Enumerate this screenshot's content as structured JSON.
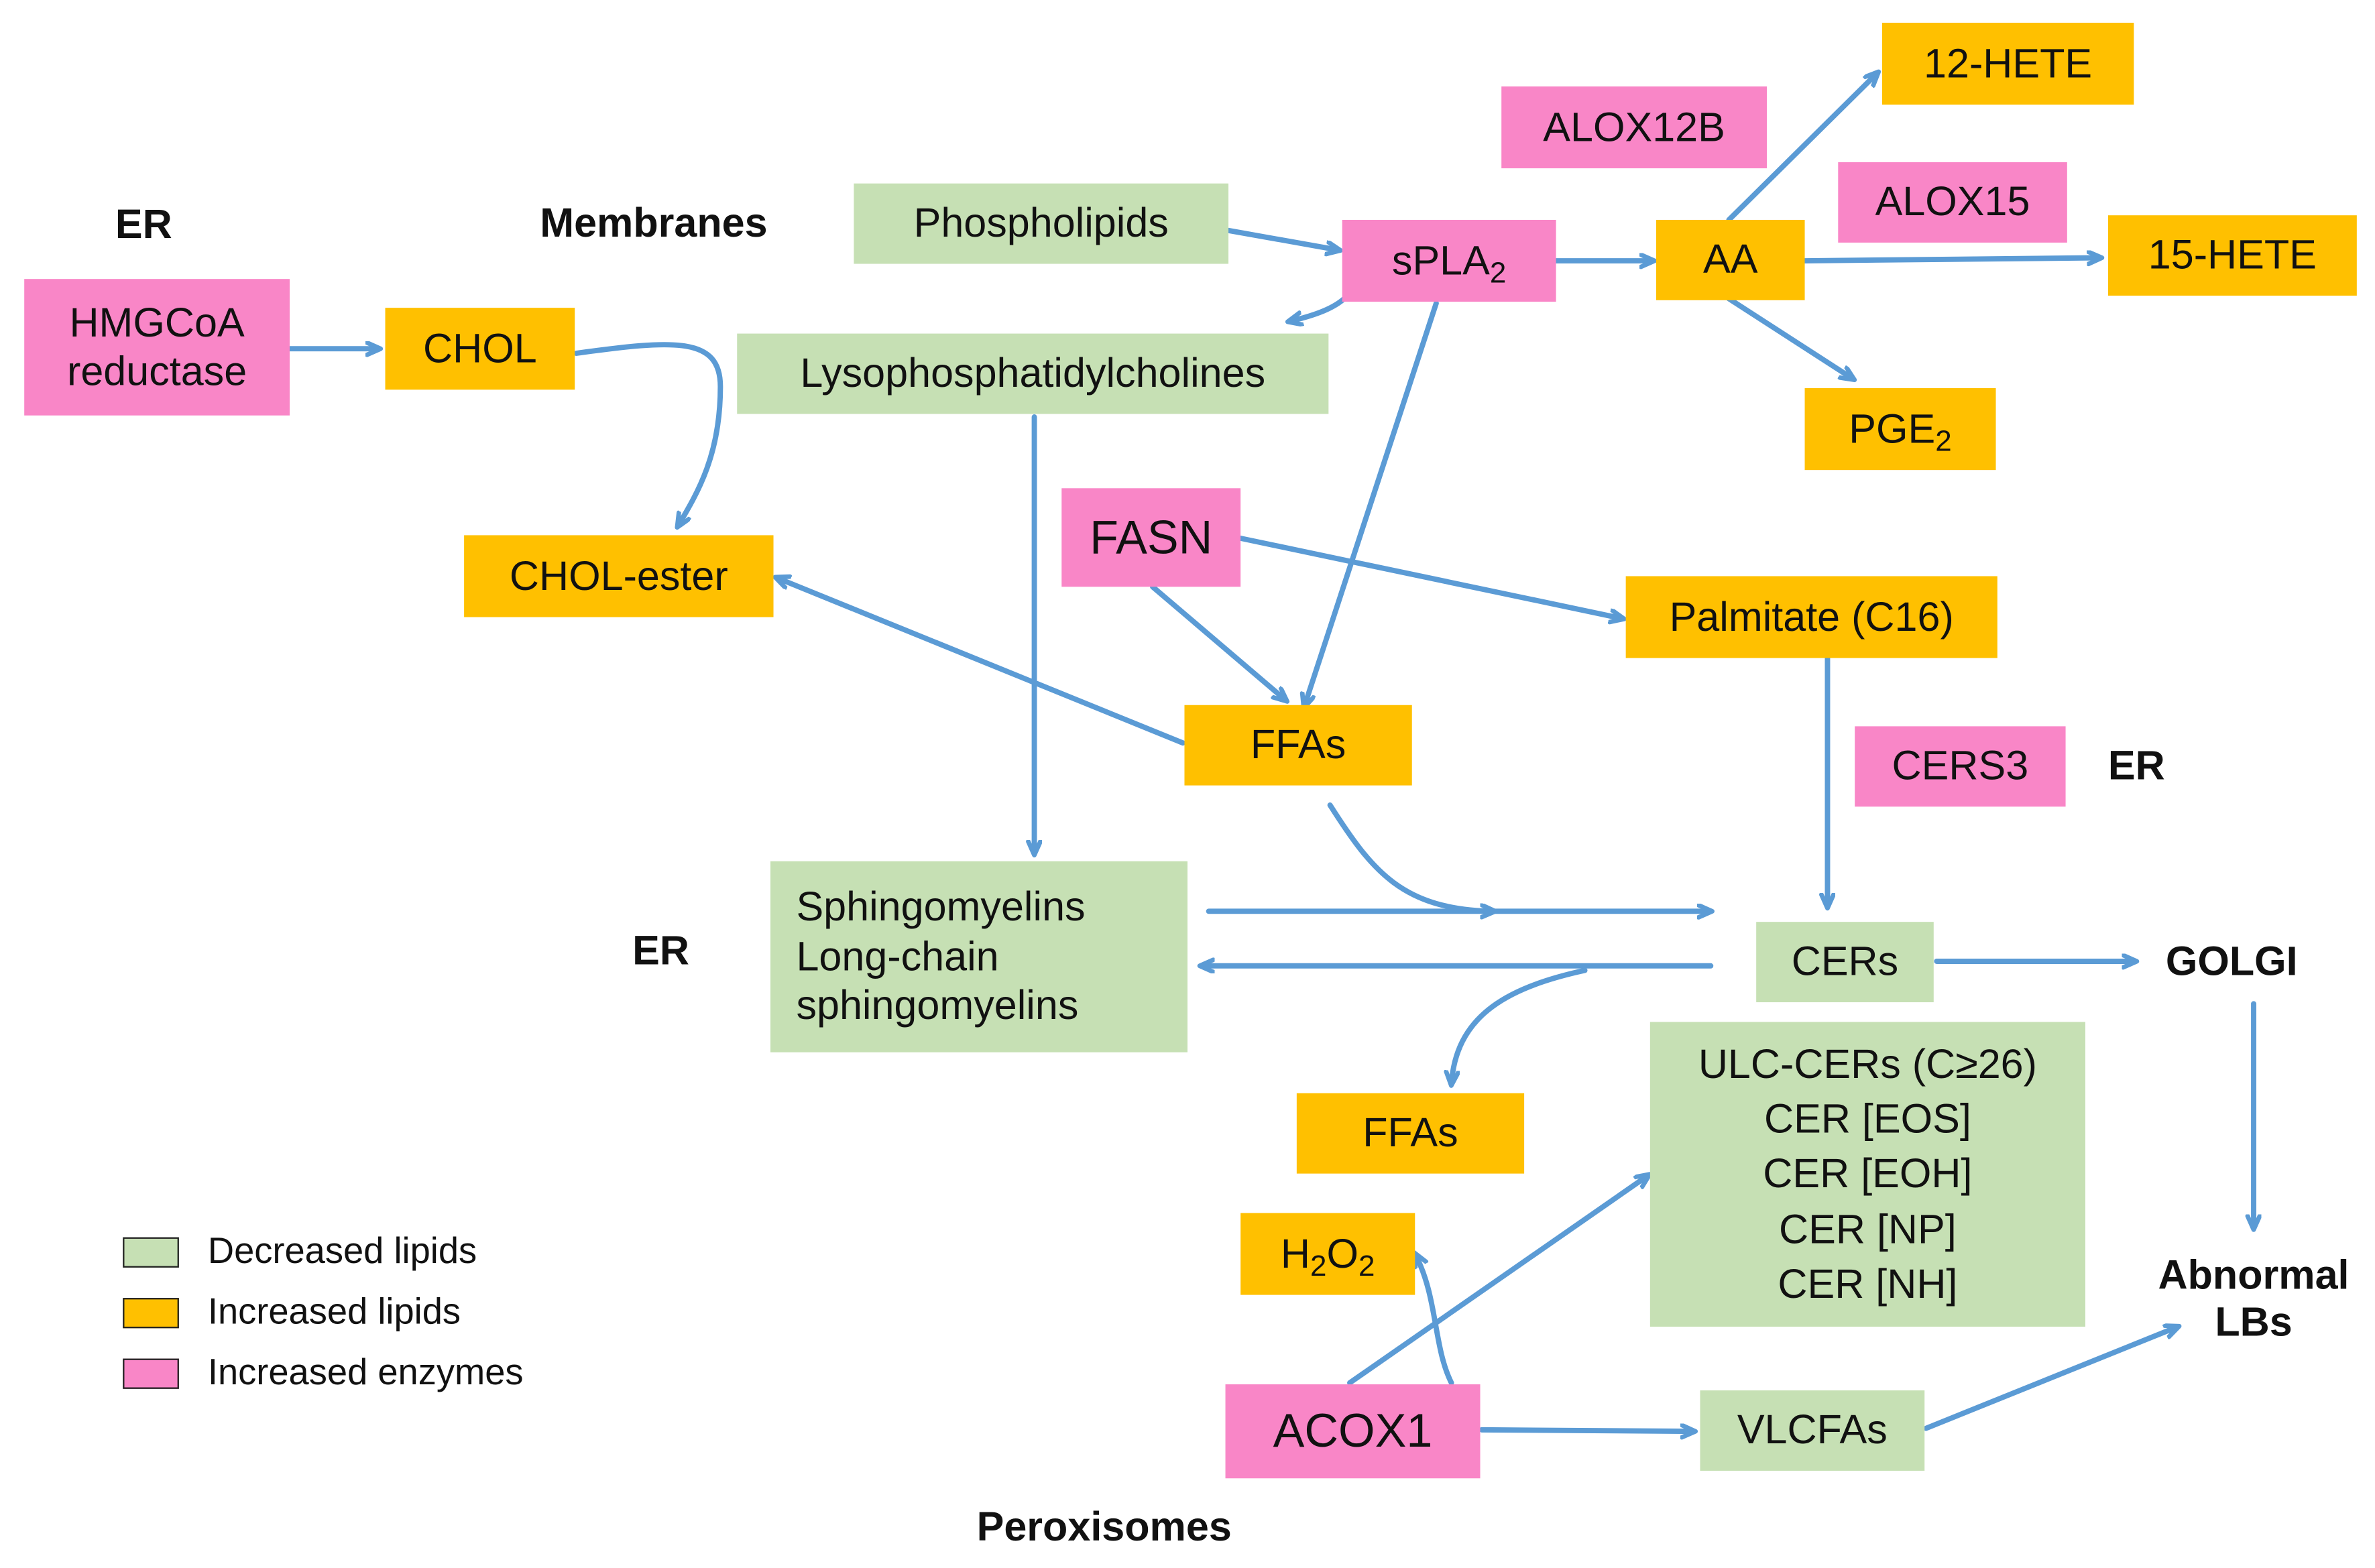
{
  "colors": {
    "decreased_lipids": "#c6e0b4",
    "increased_lipids": "#ffc000",
    "increased_enzymes": "#f986c7",
    "arrow": "#5b9bd5"
  },
  "compartments": {
    "er_top": "ER",
    "membranes": "Membranes",
    "er_middle": "ER",
    "er_right": "ER",
    "golgi": "GOLGI",
    "abnormal_lbs_line1": "Abnormal",
    "abnormal_lbs_line2": "LBs",
    "peroxisomes": "Peroxisomes"
  },
  "nodes": {
    "hmgcoa_line1": "HMGCoA",
    "hmgcoa_line2": "reductase",
    "chol": "CHOL",
    "chol_ester": "CHOL-ester",
    "phospholipids": "Phospholipids",
    "lysophosphatidylcholines": "Lysophosphatidylcholines",
    "spla2_main": "sPLA",
    "spla2_sub": "2",
    "alox12b": "ALOX12B",
    "alox15": "ALOX15",
    "aa": "AA",
    "hete12": "12-HETE",
    "hete15": "15-HETE",
    "pge2_main": "PGE",
    "pge2_sub": "2",
    "fasn": "FASN",
    "palmitate": "Palmitate (C16)",
    "ffas_upper": "FFAs",
    "cers3": "CERS3",
    "sphingomyelins_line1": "Sphingomyelins",
    "sphingomyelins_line2": "Long-chain",
    "sphingomyelins_line3": "sphingomyelins",
    "cers": "CERs",
    "ffas_lower": "FFAs",
    "ulc_line1": "ULC-CERs (C≥26)",
    "ulc_line2": "CER [EOS]",
    "ulc_line3": "CER [EOH]",
    "ulc_line4": "CER [NP]",
    "ulc_line5": "CER [NH]",
    "h2o2_h": "H",
    "h2o2_sub1": "2",
    "h2o2_o": "O",
    "h2o2_sub2": "2",
    "acox1": "ACOX1",
    "vlcfas": "VLCFAs"
  },
  "legend": [
    {
      "label": "Decreased lipids",
      "color": "#c6e0b4"
    },
    {
      "label": "Increased lipids",
      "color": "#ffc000"
    },
    {
      "label": "Increased enzymes",
      "color": "#f986c7"
    }
  ]
}
